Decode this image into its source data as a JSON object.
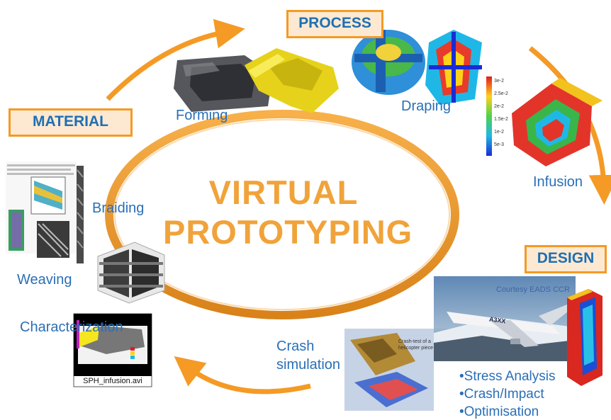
{
  "title_lines": [
    "VIRTUAL",
    "PROTOTYPING"
  ],
  "categories": {
    "material": "MATERIAL",
    "process": "PROCESS",
    "design": "DESIGN"
  },
  "labels": {
    "forming": "Forming",
    "draping": "Draping",
    "infusion": "Infusion",
    "braiding": "Braiding",
    "weaving": "Weaving",
    "characterization": "Characterization",
    "crash_line1": "Crash",
    "crash_line2": "simulation",
    "video_caption": "SPH_infusion.avi"
  },
  "design_bullets": [
    "•Stress Analysis",
    "•Crash/Impact",
    "•Optimisation"
  ],
  "aircraft_text": "A3XX",
  "credit_text": "Courtesy EADS CCR",
  "colors": {
    "orange": "#f49a25",
    "blue_text": "#2a6fb6",
    "title_orange": "#f0a33a",
    "box_fill": "#fde9d2"
  }
}
